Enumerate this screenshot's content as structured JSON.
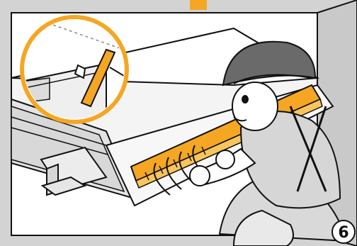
{
  "step": {
    "number": "6"
  },
  "colors": {
    "accent": "#F5A623",
    "accent_light": "#F8C45C",
    "frame": "#cfcfcf",
    "outline": "#111111",
    "gray_light": "#ededed",
    "gray_mid": "#d2d2d2",
    "gray_dark": "#5a5a5a",
    "white": "#ffffff"
  },
  "icons": {
    "step_badge": "numbered-circle-badge",
    "detail_magnifier": "magnified-detail-circle"
  }
}
